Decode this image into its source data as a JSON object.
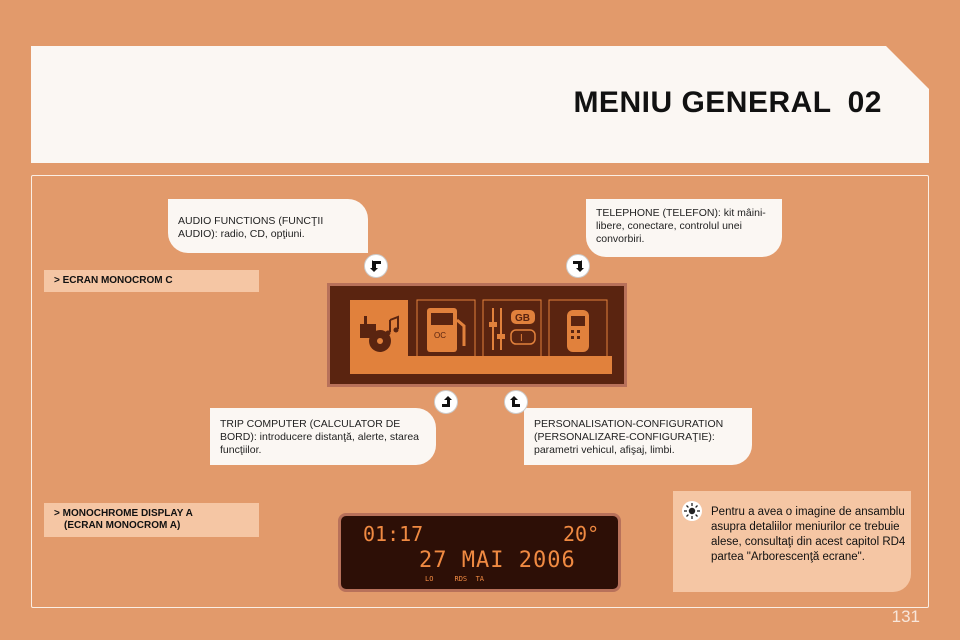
{
  "header": {
    "title": "MENIU GENERAL",
    "chapter": "02"
  },
  "callouts": {
    "audio": "AUDIO FUNCTIONS (FUNCŢII AUDIO): radio, CD, opţiuni.",
    "telephone": "TELEPHONE (TELEFON): kit mâini-libere, conectare, controlul unei convorbiri.",
    "trip": "TRIP COMPUTER (CALCULATOR DE BORD): introducere distanţă, alerte, starea funcţiilor.",
    "personalisation": "PERSONALISATION-CONFIGURATION (PERSONALIZARE-CONFIGURAŢIE): parametri vehicul, afişaj, limbi."
  },
  "sections": {
    "mono_c": "> ECRAN MONOCROM C",
    "mono_a_line1": "> MONOCHROME DISPLAY A",
    "mono_a_line2": "(ECRAN MONOCROM A)"
  },
  "screen_c_icons": [
    "audio-cd-icon",
    "fuel-pump-icon",
    "settings-gb-i-icon",
    "mobile-phone-icon"
  ],
  "screen_c_text": {
    "gb": "GB",
    "i": "I",
    "oc": "OC"
  },
  "display_a": {
    "time": "01:17",
    "temp": "20°",
    "date": "27 MAI 2006",
    "indicators": "LO     RDS  TA"
  },
  "info": {
    "text": "Pentru a avea o imagine de ansamblu asupra detaliilor meniurilor ce trebuie alese, consultaţi din acest capitol RD4 partea \"Arborescenţă ecrane\"."
  },
  "page_number": "131",
  "colors": {
    "background": "#e29a6b",
    "panel": "#fbf7f3",
    "label": "#f5c6a4",
    "lcd": "#f08a42"
  }
}
